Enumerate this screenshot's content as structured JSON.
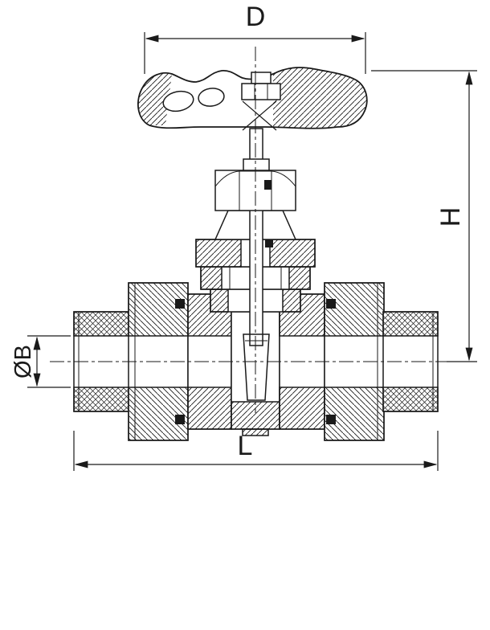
{
  "page": {
    "background": "#ffffff",
    "line_color": "#1a1a1a"
  },
  "drawing": {
    "dimension_labels": {
      "width": "D",
      "height": "H",
      "bore": "ØB",
      "length": "L"
    }
  }
}
